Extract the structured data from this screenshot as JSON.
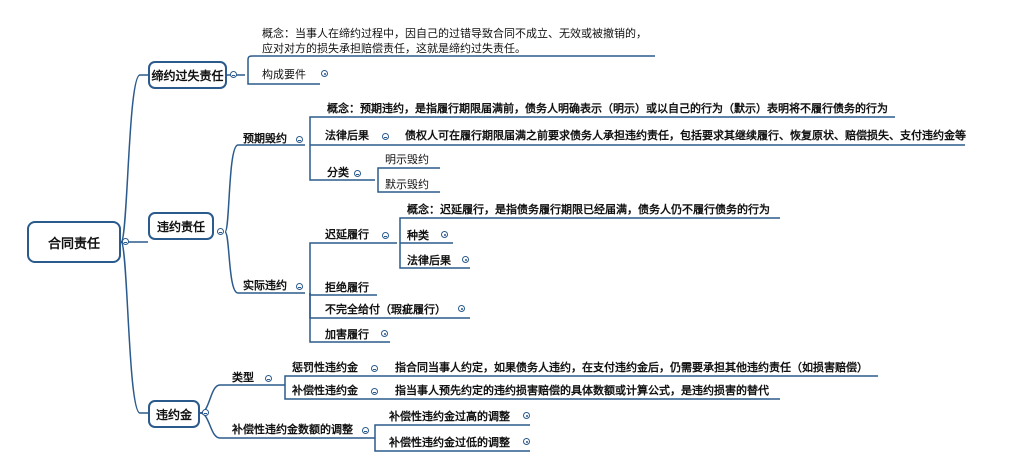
{
  "root": {
    "label": "合同责任"
  },
  "fault": {
    "label": "缔约过失责任",
    "concept_line1": "概念：当事人在缔约过程中，因自己的过错导致合同不成立、无效或被撤销的，",
    "concept_line2": "应对对方的损失承担赔偿责任，这就是缔约过失责任。",
    "elements": "构成要件"
  },
  "breach": {
    "label": "违约责任",
    "anticipatory": {
      "label": "预期毁约",
      "concept": "概念：预期违约，是指履行期限届满前，债务人明确表示（明示）或以自己的行为（默示）表明将不履行债务的行为",
      "legal_label": "法律后果",
      "legal_text": "债权人可在履行期限届满之前要求债务人承担违约责任，包括要求其继续履行、恢复原状、赔偿损失、支付违约金等",
      "class_label": "分类",
      "express": "明示毁约",
      "implied": "默示毁约"
    },
    "actual": {
      "label": "实际违约",
      "delay": {
        "label": "迟延履行",
        "concept": "概念：迟延履行，是指债务履行期限已经届满，债务人仍不履行债务的行为",
        "kinds": "种类",
        "legal": "法律后果"
      },
      "refuse": "拒绝履行",
      "incomplete": "不完全给付（瑕疵履行）",
      "harm": "加害履行"
    }
  },
  "penalty": {
    "label": "违约金",
    "types": {
      "label": "类型",
      "punitive": "惩罚性违约金",
      "punitive_desc": "指合同当事人约定，如果债务人违约，在支付违约金后，仍需要承担其他违约责任（如损害赔偿）",
      "compensatory": "补偿性违约金",
      "compensatory_desc": "指当事人预先约定的违约损害赔偿的具体数额或计算公式，是违约损害的替代"
    },
    "adjust": {
      "label": "补偿性违约金数额的调整",
      "high": "补偿性违约金过高的调整",
      "low": "补偿性违约金过低的调整"
    }
  }
}
